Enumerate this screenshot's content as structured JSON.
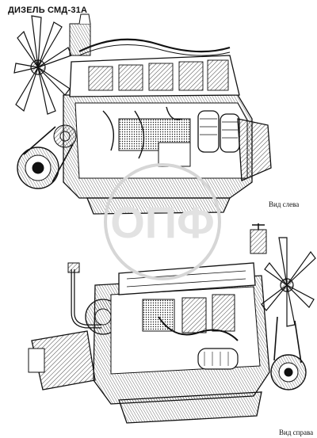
{
  "title": "ДИЗЕЛЬ СМД-31А",
  "views": {
    "left_label": "Вид слева",
    "right_label": "Вид справа"
  },
  "watermark": {
    "text": "ОПФ",
    "color": "#cccccc"
  },
  "colors": {
    "ink": "#111111",
    "background": "#ffffff"
  }
}
